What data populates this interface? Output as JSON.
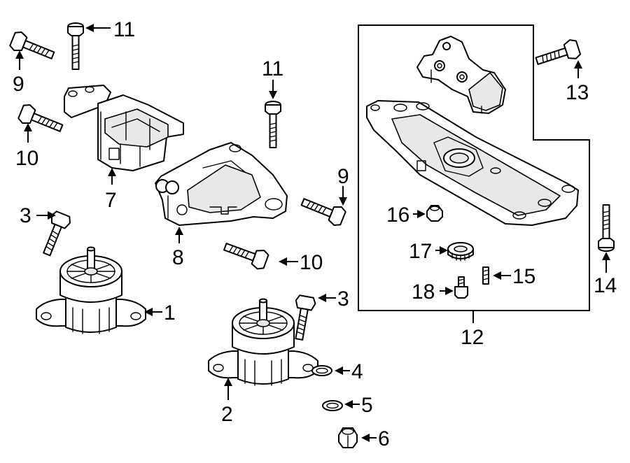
{
  "callouts": [
    {
      "id": "1",
      "text": "1"
    },
    {
      "id": "2",
      "text": "2"
    },
    {
      "id": "3a",
      "text": "3"
    },
    {
      "id": "3b",
      "text": "3"
    },
    {
      "id": "4",
      "text": "4"
    },
    {
      "id": "5",
      "text": "5"
    },
    {
      "id": "6",
      "text": "6"
    },
    {
      "id": "7",
      "text": "7"
    },
    {
      "id": "8",
      "text": "8"
    },
    {
      "id": "9a",
      "text": "9"
    },
    {
      "id": "9b",
      "text": "9"
    },
    {
      "id": "10a",
      "text": "10"
    },
    {
      "id": "10b",
      "text": "10"
    },
    {
      "id": "11a",
      "text": "11"
    },
    {
      "id": "11b",
      "text": "11"
    },
    {
      "id": "12",
      "text": "12"
    },
    {
      "id": "13",
      "text": "13"
    },
    {
      "id": "14",
      "text": "14"
    },
    {
      "id": "15",
      "text": "15"
    },
    {
      "id": "16",
      "text": "16"
    },
    {
      "id": "17",
      "text": "17"
    },
    {
      "id": "18",
      "text": "18"
    }
  ]
}
